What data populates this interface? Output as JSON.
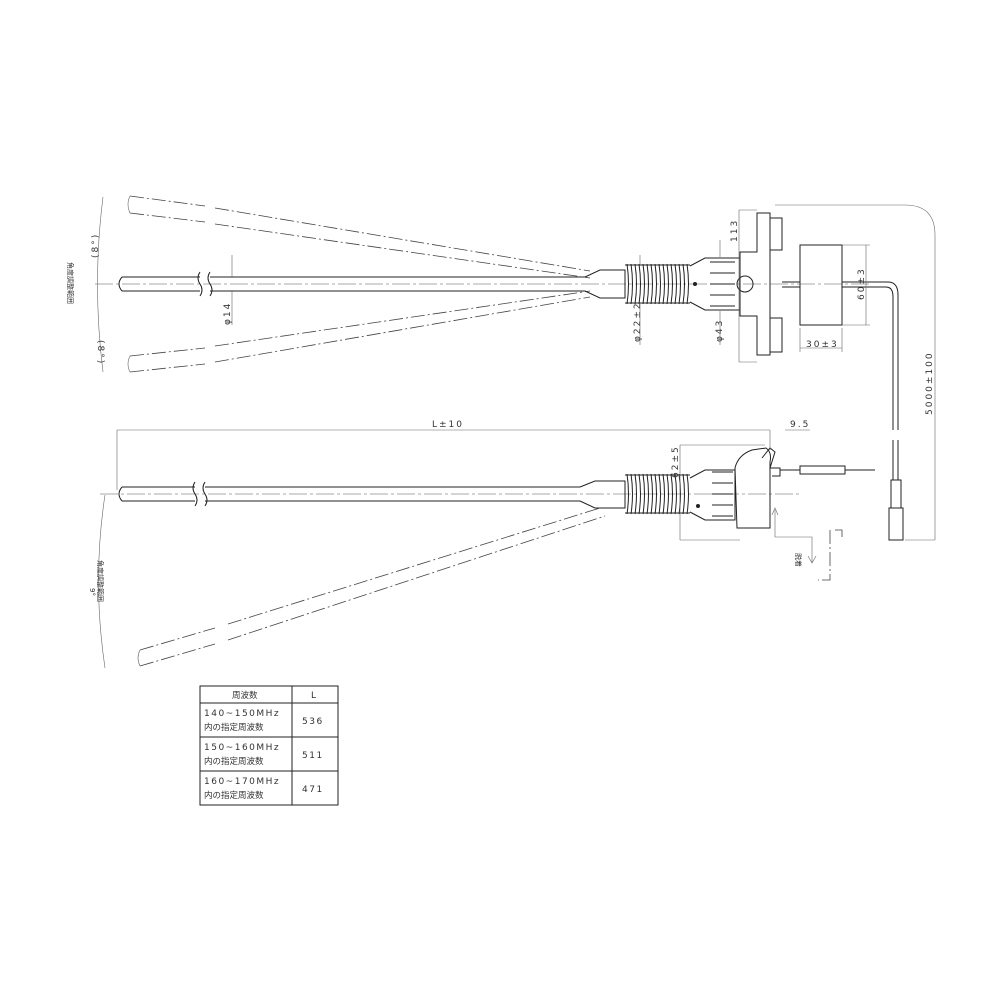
{
  "top_view": {
    "angle_range_label": "角度調整範囲",
    "angle_upper": "(8°)",
    "angle_lower": "(8°)",
    "rod_diameter": "φ14",
    "spring_diameter": "φ22±2",
    "hub_diameter": "φ43",
    "mount_height": "113",
    "box_height": "60±3",
    "box_width": "30±3",
    "cable_length": "5000±100"
  },
  "side_view": {
    "length_dim": "L±10",
    "offset_dim": "9.5",
    "height_dim": "62±5",
    "detach_label": "脱着",
    "angle_range_label": "角度調整範囲",
    "angle_value": "9°"
  },
  "table": {
    "headers": [
      "周波数",
      "L"
    ],
    "rows": [
      {
        "freq": "140~150MHz",
        "note": "内の指定周波数",
        "L": "536"
      },
      {
        "freq": "150~160MHz",
        "note": "内の指定周波数",
        "L": "511"
      },
      {
        "freq": "160~170MHz",
        "note": "内の指定周波数",
        "L": "471"
      }
    ]
  }
}
